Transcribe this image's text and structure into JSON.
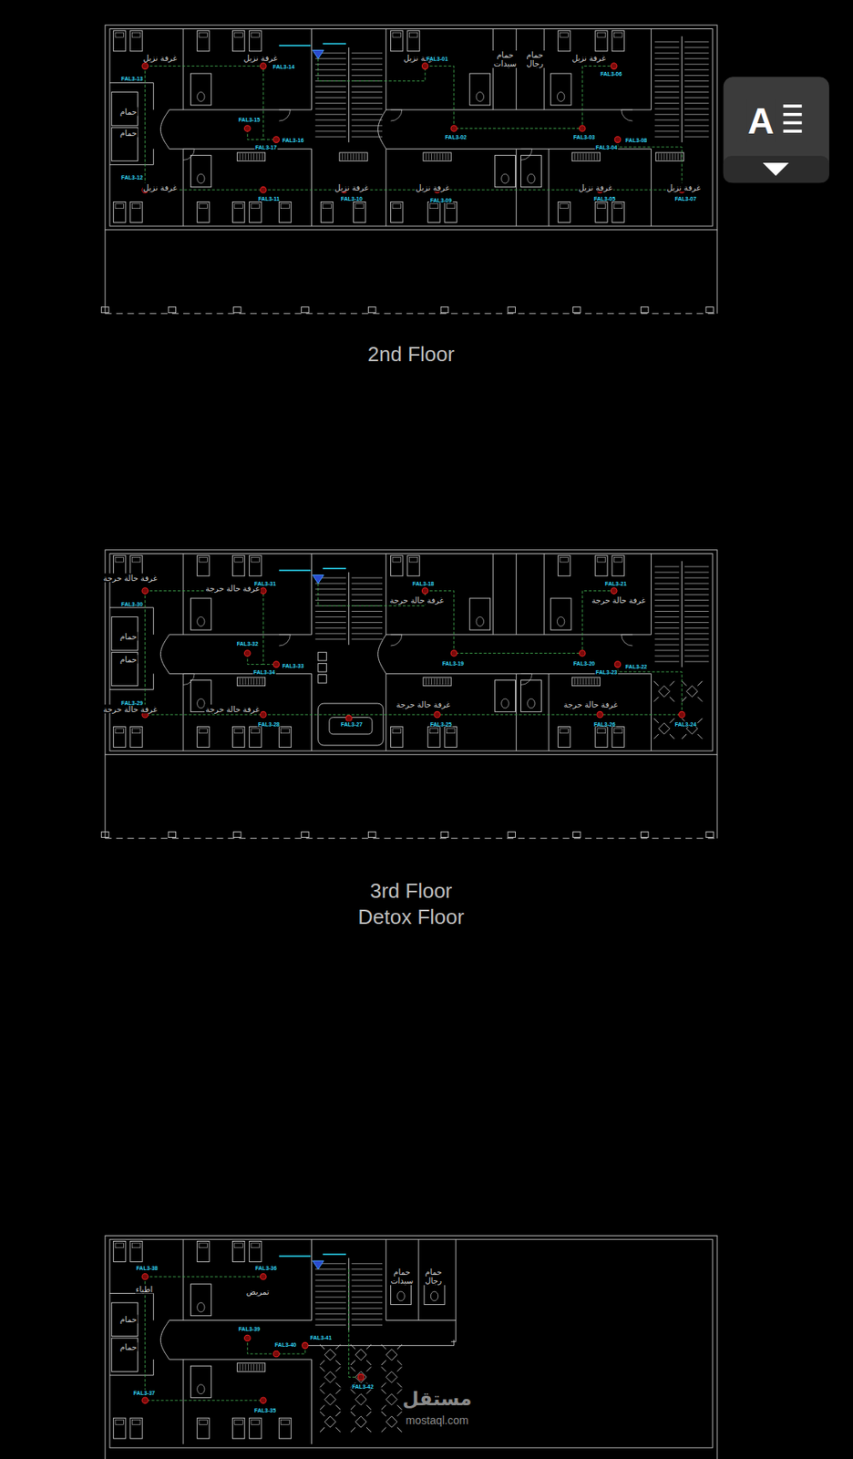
{
  "diagram": {
    "nodes": [
      {
        "text": [
          "2nd Floor"
        ]
      },
      {
        "text": [
          "3rd Floor",
          "Detox Floor"
        ]
      }
    ],
    "labels": [
      "غرفة نزيل",
      "غرفة نزيل",
      "غرفة نزيل",
      "حمام سيدات",
      "حمام رجال",
      "غرفة نزيل",
      "حمام",
      "حمام",
      "غرفة نزيل",
      "غرفة نزيل",
      "غرفة نزيل",
      "غرفة نزيل",
      "غرفة نزيل",
      "FAL3-13",
      "FAL3-14",
      "FAL3-01",
      "FAL3-06",
      "FAL3-15",
      "FAL3-16",
      "FAL3-17",
      "FAL3-02",
      "FAL3-03",
      "FAL3-04",
      "FAL3-08",
      "FAL3-12",
      "FAL3-11",
      "FAL3-10",
      "FAL3-09",
      "FAL3-05",
      "FAL3-07",
      "غرفة حالة حرجة",
      "غرفة حالة حرجة",
      "غرفة حالة حرجة",
      "غرفة حالة حرجة",
      "غرفة حالة حرجة",
      "غرفة حالة حرجة",
      "غرفة حالة حرجة",
      "غرفة حالة حرجة",
      "حمام",
      "حمام",
      "FAL3-31",
      "FAL3-18",
      "FAL3-21",
      "FAL3-30",
      "FAL3-32",
      "FAL3-33",
      "FAL3-34",
      "FAL3-19",
      "FAL3-20",
      "FAL3-23",
      "FAL3-22",
      "FAL3-29",
      "FAL3-28",
      "FAL3-27",
      "FAL3-25",
      "FAL3-26",
      "FAL3-24",
      "اطباء",
      "تمريض",
      "حمام",
      "حمام",
      "حمام سيدات",
      "حمام رجال",
      "FAL3-38",
      "FAL3-36",
      "FAL3-39",
      "FAL3-40",
      "FAL3-41",
      "FAL3-42",
      "FAL3-37",
      "FAL3-35",
      "مستقل",
      "mostaql.com",
      "A"
    ]
  }
}
